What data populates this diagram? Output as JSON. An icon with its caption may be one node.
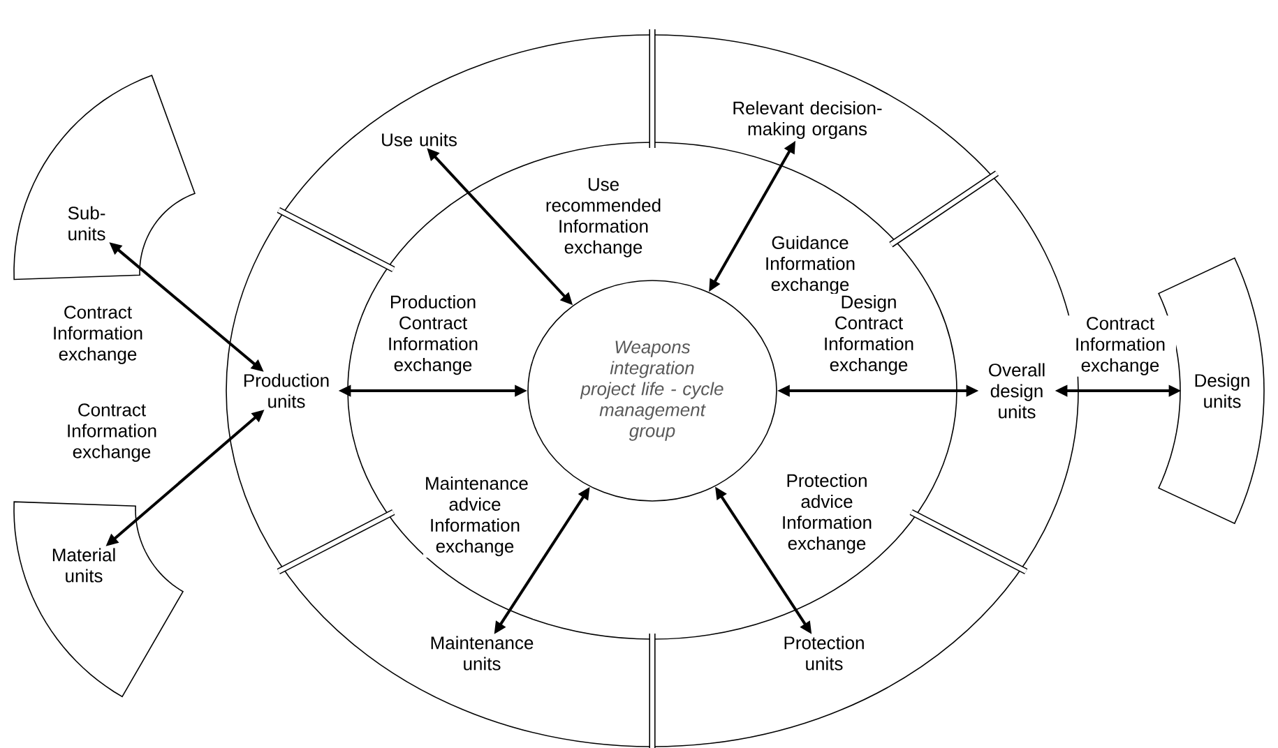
{
  "diagram": {
    "nodes": [
      {
        "text": [
          "Weapons integration project life - cycle management group"
        ]
      },
      {
        "text": [
          "Use units"
        ]
      },
      {
        "text": [
          "Relevant decision-making organs"
        ]
      },
      {
        "text": [
          "Production units"
        ]
      },
      {
        "text": [
          "Overall design units"
        ]
      },
      {
        "text": [
          "Maintenance units"
        ]
      },
      {
        "text": [
          "Protection units"
        ]
      },
      {
        "text": [
          "Sub-units"
        ]
      },
      {
        "text": [
          "Material units"
        ]
      },
      {
        "text": [
          "Design units"
        ]
      }
    ],
    "edges": [
      {
        "from": 0,
        "to": 1,
        "arrow": "both",
        "label": "Use recommended Information exchange"
      },
      {
        "from": 0,
        "to": 2,
        "arrow": "both",
        "label": "Guidance Information exchange"
      },
      {
        "from": 0,
        "to": 3,
        "arrow": "both",
        "label": "Production Contract Information exchange"
      },
      {
        "from": 0,
        "to": 4,
        "arrow": "both",
        "label": "Design Contract Information exchange"
      },
      {
        "from": 0,
        "to": 5,
        "arrow": "both",
        "label": "Maintenance advice Information exchange"
      },
      {
        "from": 0,
        "to": 6,
        "arrow": "both",
        "label": "Protection advice Information exchange"
      },
      {
        "from": 7,
        "to": 3,
        "arrow": "both",
        "label": "Contract Information exchange"
      },
      {
        "from": 8,
        "to": 3,
        "arrow": "both",
        "label": "Contract Information exchange"
      },
      {
        "from": 4,
        "to": 9,
        "arrow": "both",
        "label": "Contract Information exchange"
      }
    ]
  }
}
